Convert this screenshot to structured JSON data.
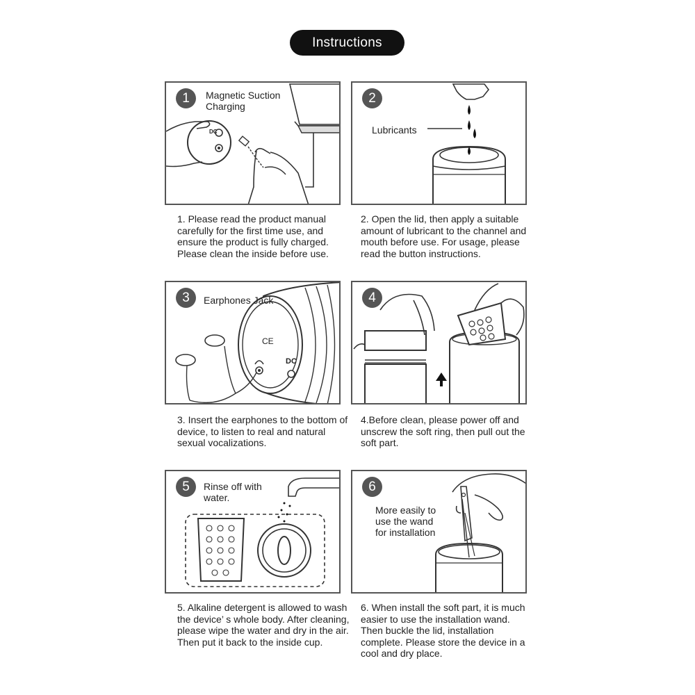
{
  "header": {
    "title": "Instructions"
  },
  "steps": [
    {
      "number": "1",
      "label": "Magnetic Suction\nCharging",
      "icon": "magnetic-charging-illustration",
      "caption": "1. Please read the product manual carefully for the first time use, and ensure the product is fully charged. Please clean the inside before use."
    },
    {
      "number": "2",
      "label": "Lubricants",
      "icon": "lubricant-bottle-illustration",
      "caption": "2. Open the lid, then apply a suitable amount of lubricant to the channel and mouth before use. For usage, please read the button instructions."
    },
    {
      "number": "3",
      "label": "Earphones Jack",
      "icon": "earphones-jack-illustration",
      "caption": "3. Insert the earphones to the bottom of device, to listen to real and natural sexual vocalizations."
    },
    {
      "number": "4",
      "label": "",
      "icon": "remove-soft-part-illustration",
      "caption": "4.Before clean, please power off and unscrew the soft ring, then pull out the soft part."
    },
    {
      "number": "5",
      "label": "Rinse off with\nwater.",
      "icon": "rinse-water-illustration",
      "caption": "5. Alkaline detergent is allowed to wash the device’ s whole body. After cleaning, please wipe the water and dry in the air. Then put it back to the inside cup."
    },
    {
      "number": "6",
      "label": "More easily to\nuse the wand\nfor installation",
      "icon": "installation-wand-illustration",
      "caption": "6. When install the soft part, it is much easier to use the installation wand. Then buckle the lid, installation complete. Please store the device in a cool and dry place."
    }
  ],
  "markings": {
    "dc": "DC",
    "ce": "CE"
  }
}
